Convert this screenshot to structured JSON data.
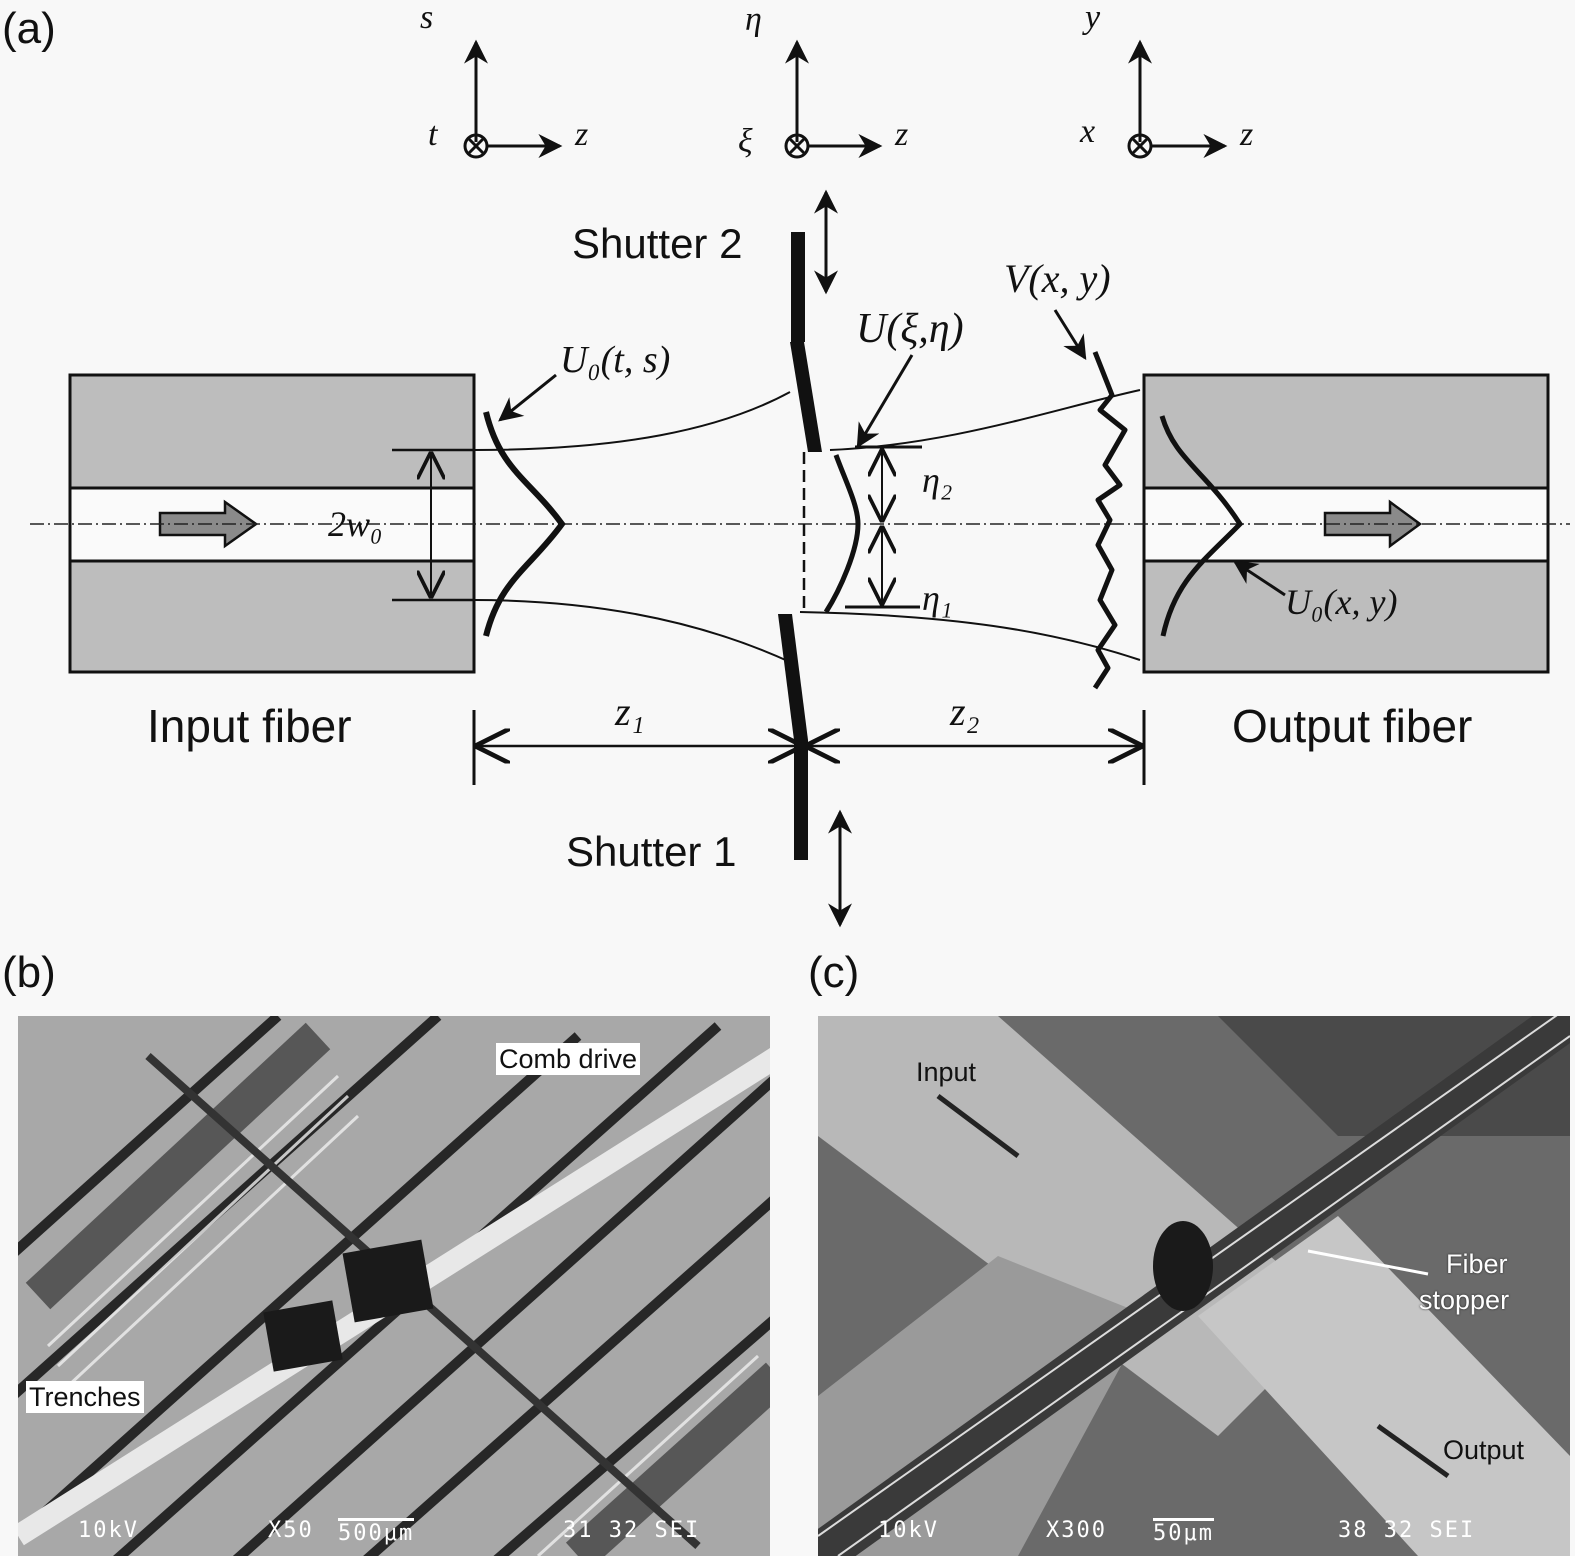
{
  "panels": {
    "a": {
      "label": "(a)",
      "axes": [
        {
          "up": "s",
          "into": "t",
          "right": "z"
        },
        {
          "up": "η",
          "into": "ξ",
          "right": "z"
        },
        {
          "up": "y",
          "into": "x",
          "right": "z"
        }
      ],
      "shutter2": "Shutter 2",
      "shutter1": "Shutter 1",
      "input_fiber": "Input fiber",
      "output_fiber": "Output fiber",
      "u0ts": "U₀(t, s)",
      "uxieta": "U(ξ,η)",
      "vxy": "V(x, y)",
      "u0xy": "U₀(x, y)",
      "waist": "2w₀",
      "eta2": "η₂",
      "eta1": "η₁",
      "z1": "z₁",
      "z2": "z₂"
    },
    "b": {
      "label": "(b)",
      "callout_comb": "Comb drive",
      "callout_trenches": "Trenches",
      "footer": {
        "kv": "10kV",
        "mag": "X50",
        "scale": "500μm",
        "meta": "31 32 SEI"
      }
    },
    "c": {
      "label": "(c)",
      "callout_input": "Input",
      "callout_stopper_1": "Fiber",
      "callout_stopper_2": "stopper",
      "callout_output": "Output",
      "footer": {
        "kv": "10kV",
        "mag": "X300",
        "scale": "50μm",
        "meta": "38 32 SEI"
      }
    }
  }
}
